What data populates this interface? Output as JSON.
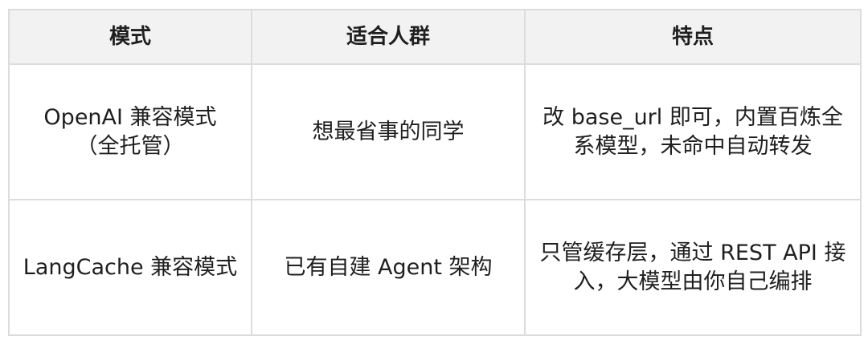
{
  "table": {
    "headers": [
      "模式",
      "适合人群",
      "特点"
    ],
    "rows": [
      {
        "mode_lines": [
          "OpenAI 兼容模式",
          "（全托管）"
        ],
        "audience": "想最省事的同学",
        "feature_lines": [
          "改 base_url 即可，内置百炼全",
          "系模型，未命中自动转发"
        ]
      },
      {
        "mode_lines": [
          "LangCache 兼容模式"
        ],
        "audience": "已有自建 Agent 架构",
        "feature_lines": [
          "只管缓存层，通过 REST API 接",
          "入，大模型由你自己编排"
        ]
      }
    ]
  }
}
